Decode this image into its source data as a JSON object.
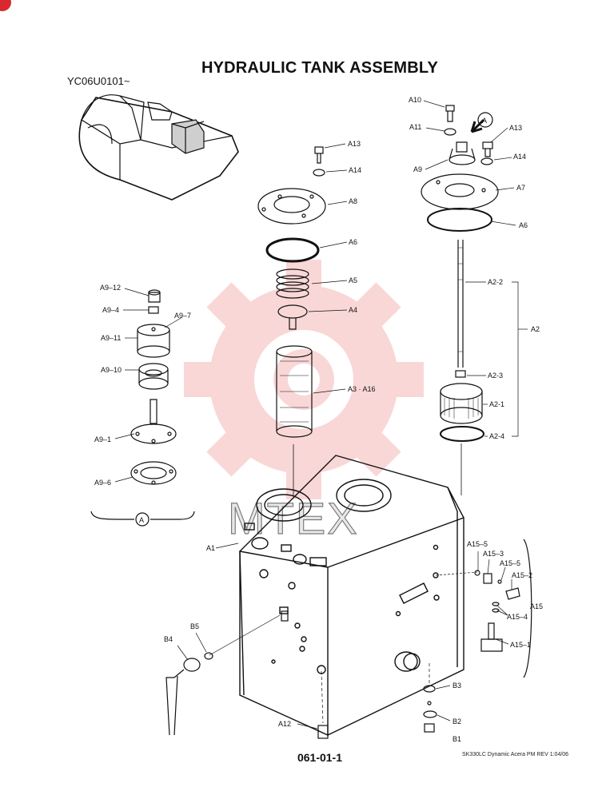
{
  "title": "HYDRAULIC TANK ASSEMBLY",
  "serial_range": "YC06U0101~",
  "page_number": "061-01-1",
  "footer_note": "SK330LC Dynamic Acera PM REV 1:04/06",
  "watermark_text": "MTEX",
  "watermark_color": "#f5b8b8",
  "detail_view_letter": "A",
  "parts": {
    "a10": "A10",
    "a11": "A11",
    "a13_right": "A13",
    "a14_right": "A14",
    "a9": "A9",
    "a7": "A7",
    "a6_right": "A6",
    "a13_left": "A13",
    "a14_left": "A14",
    "a8": "A8",
    "a6_left": "A6",
    "a5": "A5",
    "a4": "A4",
    "a3_a16": "A3 · A16",
    "a2_2": "A2-2",
    "a2": "A2",
    "a2_3": "A2-3",
    "a2_1": "A2-1",
    "a2_4": "A2-4",
    "a9_12": "A9–12",
    "a9_4": "A9–4",
    "a9_7": "A9–7",
    "a9_11": "A9–11",
    "a9_10": "A9–10",
    "a9_1": "A9–1",
    "a9_6": "A9–6",
    "a1": "A1",
    "a15_5_top": "A15–5",
    "a15_3": "A15–3",
    "a15_5": "A15–5",
    "a15_2": "A15–2",
    "a15": "A15",
    "a15_4": "A15–4",
    "a15_1": "A15–1",
    "b5": "B5",
    "b4": "B4",
    "b3": "B3",
    "b2": "B2",
    "b1": "B1",
    "a12": "A12"
  }
}
